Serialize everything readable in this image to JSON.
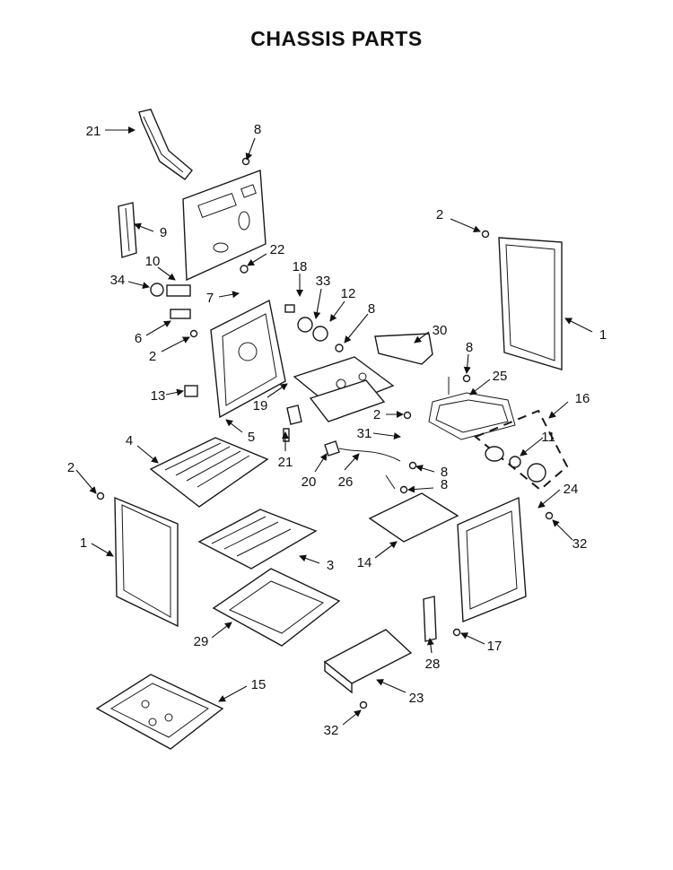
{
  "title": "CHASSIS PARTS",
  "callouts": [
    "21",
    "8",
    "9",
    "2",
    "1",
    "22",
    "18",
    "33",
    "10",
    "34",
    "7",
    "12",
    "8",
    "30",
    "6",
    "2",
    "8",
    "25",
    "16",
    "13",
    "19",
    "2",
    "11",
    "5",
    "4",
    "31",
    "21",
    "20",
    "26",
    "8",
    "24",
    "2",
    "8",
    "32",
    "1",
    "3",
    "14",
    "29",
    "17",
    "28",
    "15",
    "23",
    "32"
  ]
}
